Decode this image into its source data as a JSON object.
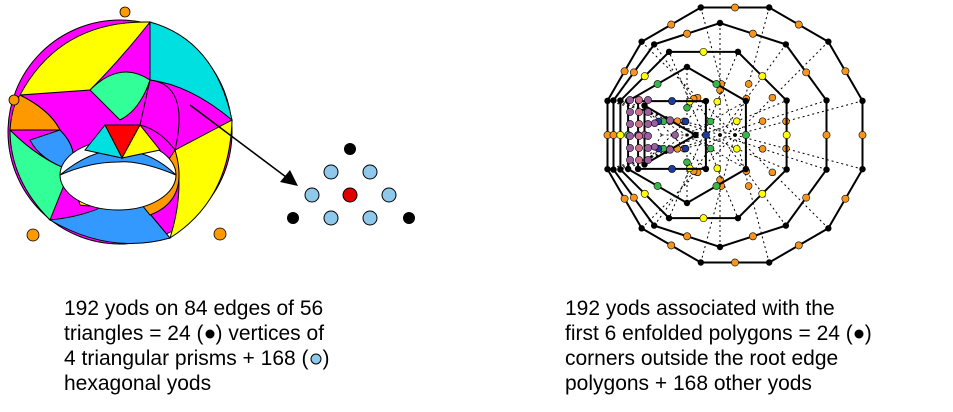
{
  "captions": {
    "left": {
      "l1": "192 yods on 84 edges of 56",
      "l2": "triangles = 24 (",
      "l2b": ") vertices of",
      "l3": "4 triangular prisms + 168 (",
      "l3b": ")",
      "l4": "hexagonal yods"
    },
    "right": {
      "l1": "192 yods associated with the",
      "l2": "first 6 enfolded polygons = 24 (",
      "l2b": ")",
      "l3": "corners outside the root edge",
      "l4": "polygons + 168 other yods"
    }
  },
  "colors": {
    "black_yod": "#000000",
    "hex_yod": "#8ec8ea",
    "centre_yod": "#e00000",
    "yellow": "#ffff00",
    "orange": "#f7941d",
    "green": "#39b54a",
    "blue": "#1b3c9c",
    "purple": "#9b5fa0",
    "pink": "#d4708f",
    "cyan": "#00e0e0",
    "magenta": "#ff00ff",
    "sea_green": "#33ff99",
    "sky": "#3399ff",
    "red": "#ff0000"
  },
  "icons": {
    "black_dot": "black-dot-symbol",
    "hex_dot": "hexagonal-yod-symbol",
    "arrow": "pointer-arrow"
  }
}
